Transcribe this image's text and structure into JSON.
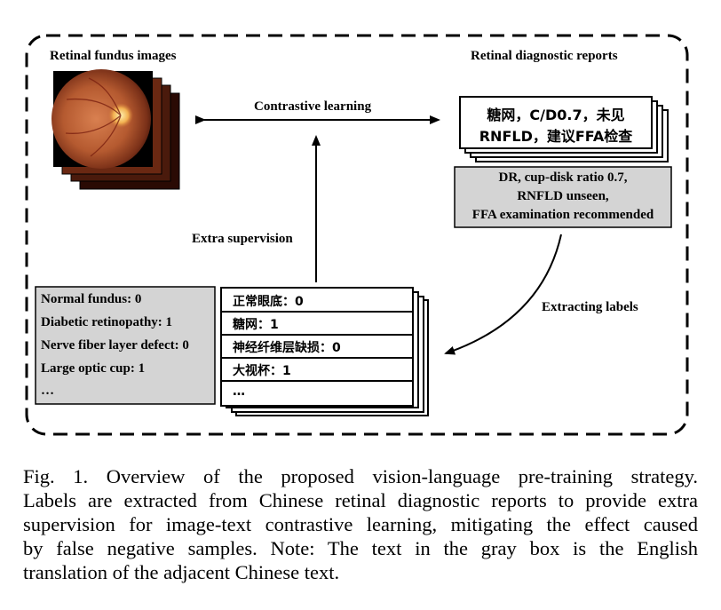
{
  "labels": {
    "fundus_title": "Retinal fundus images",
    "report_title": "Retinal diagnostic reports",
    "contrastive": "Contrastive learning",
    "extra_supervision": "Extra supervision",
    "extracting": "Extracting labels"
  },
  "report_cn": {
    "line1": "糖网，C/D0.7，未见",
    "line2": "RNFLD，建议FFA检查"
  },
  "report_en": {
    "line1": "DR, cup-disk ratio 0.7,",
    "line2": "RNFLD unseen,",
    "line3": "FFA examination recommended"
  },
  "labels_en": [
    "Normal fundus: 0",
    "Diabetic retinopathy: 1",
    "Nerve fiber layer defect: 0",
    "Large optic cup: 1",
    "…"
  ],
  "labels_cn": [
    "正常眼底：0",
    "糖网：1",
    "神经纤维层缺损：0",
    "大视杯：1",
    "…"
  ],
  "caption": {
    "line1": "Fig. 1.   Overview of the proposed vision-language pre-training strategy.",
    "line2": "Labels are extracted from Chinese retinal diagnostic reports to provide extra",
    "line3": "supervision for image-text contrastive learning, mitigating the effect caused",
    "line4": "by false negative samples. Note: The text in the gray box is the English",
    "line5": "translation of the adjacent Chinese text."
  },
  "colors": {
    "gray_box": "#d4d4d4",
    "stroke": "#000000",
    "fundus": "#a84a2a"
  }
}
